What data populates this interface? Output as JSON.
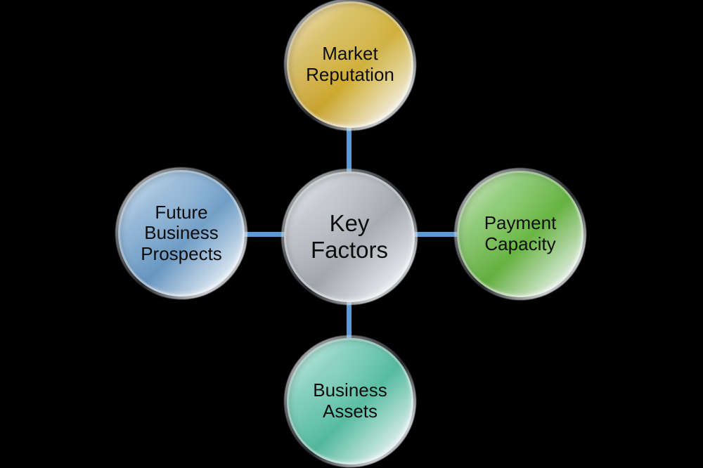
{
  "diagram": {
    "title": "Key Factors",
    "type": "hub-and-spoke",
    "background_color": "#000000",
    "connector_color": "#5B9BD5",
    "center": {
      "id": "center",
      "label": "Key\nFactors",
      "color": "#B8BABF",
      "position": "center"
    },
    "nodes": [
      {
        "id": "top",
        "label": "Market\nReputation",
        "color": "#FFC400",
        "position": "top"
      },
      {
        "id": "right",
        "label": "Payment\nCapacity",
        "color": "#5ED11E",
        "position": "right"
      },
      {
        "id": "bottom",
        "label": "Business\nAssets",
        "color": "#45DFAE",
        "position": "bottom"
      },
      {
        "id": "left",
        "label": "Future\nBusiness\nProspects",
        "color": "#6AAEE8",
        "position": "left"
      }
    ],
    "connectors": [
      {
        "id": "conn-top",
        "from": "center",
        "to": "top"
      },
      {
        "id": "conn-right",
        "from": "center",
        "to": "right"
      },
      {
        "id": "conn-bottom",
        "from": "center",
        "to": "bottom"
      },
      {
        "id": "conn-left",
        "from": "center",
        "to": "left"
      }
    ]
  },
  "chart_data": {
    "type": "diagram",
    "title": "Key Factors",
    "categories": [
      "Market Reputation",
      "Payment Capacity",
      "Business Assets",
      "Future Business Prospects"
    ],
    "center_label": "Key Factors"
  }
}
